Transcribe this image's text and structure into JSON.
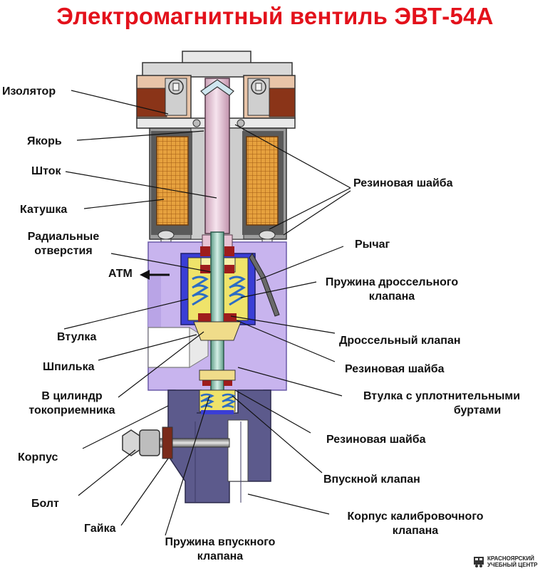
{
  "title": "Электромагнитный вентиль ЭВТ-54А",
  "labels": {
    "izolyator": "Изолятор",
    "yakor": "Якорь",
    "shtok": "Шток",
    "katushka": "Катушка",
    "radial_1": "Радиальные",
    "radial_2": "отверстия",
    "atm": "АТМ",
    "vtulka": "Втулка",
    "shpilka": "Шпилька",
    "cyl_1": "В цилиндр",
    "cyl_2": "токоприемника",
    "korpus": "Корпус",
    "bolt": "Болт",
    "gaika": "Гайка",
    "spring_inlet_1": "Пружина впускного",
    "spring_inlet_2": "клапана",
    "rubber_washer_top": "Резиновая шайба",
    "rychag": "Рычаг",
    "spring_throttle_1": "Пружина дроссельного",
    "spring_throttle_2": "клапана",
    "throttle_valve": "Дроссельный клапан",
    "rubber_washer_mid": "Резиновая шайба",
    "bushing_1": "Втулка с уплотнительными",
    "bushing_2": "буртами",
    "rubber_washer_low": "Резиновая шайба",
    "inlet_valve": "Впускной клапан",
    "calib_1": "Корпус калибровочного",
    "calib_2": "клапана"
  },
  "logo": {
    "line1": "КРАСНОЯРСКИЙ",
    "line2": "УЧЕБНЫЙ ЦЕНТР"
  },
  "colors": {
    "title": "#e3111b",
    "body_violet": "#c8b4ee",
    "calib_body": "#5c5a8c",
    "coil": "#e39a3c",
    "rubber": "#9e1c1c",
    "yellow_part": "#efe36a",
    "blue_part": "#3a3ed6",
    "stem": "#e4c6d4"
  }
}
